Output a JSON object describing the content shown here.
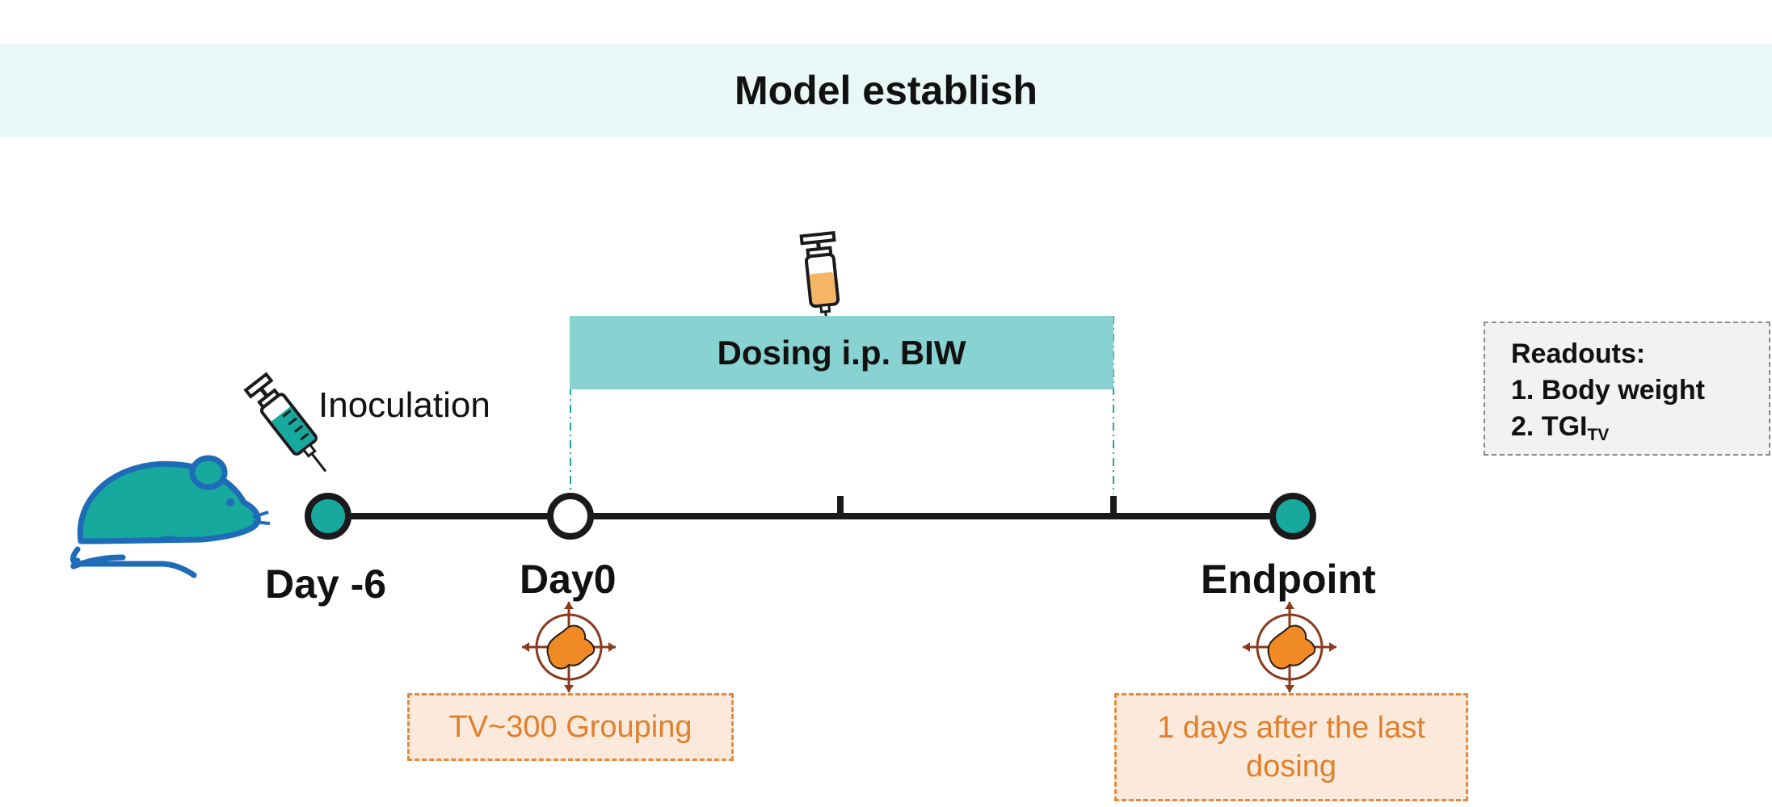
{
  "banner": {
    "title": "Model establish"
  },
  "timeline": {
    "start_label": "Day -6",
    "day0_label": "Day0",
    "end_label": "Endpoint",
    "inoculation_label": "Inoculation"
  },
  "dosing": {
    "label": "Dosing i.p. BIW"
  },
  "readouts": {
    "title": "Readouts:",
    "item1": "1. Body weight",
    "item2_prefix": "2. TGI",
    "item2_sub": "TV"
  },
  "day0_note": "TV~300 Grouping",
  "endpoint_note": "1 days after the last dosing",
  "colors": {
    "teal": "#17a89e",
    "teal_light": "#88d3d1",
    "banner_bg": "#e9f7f7",
    "orange": "#e58a3a",
    "orange_fill": "#fbeadb",
    "mouse_outline": "#1e6bb8",
    "axis": "#1a1a1a"
  },
  "icons": [
    "mouse-icon",
    "syringe-teal-icon",
    "syringe-orange-icon",
    "tumor-target-icon"
  ]
}
